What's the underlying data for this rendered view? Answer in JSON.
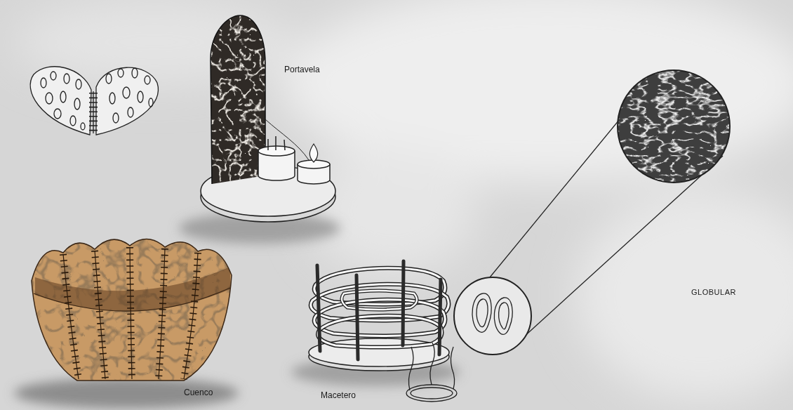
{
  "diagram": {
    "labels": [
      "Portavela",
      "Cuenco",
      "Macetero",
      "GLOBULAR"
    ]
  }
}
